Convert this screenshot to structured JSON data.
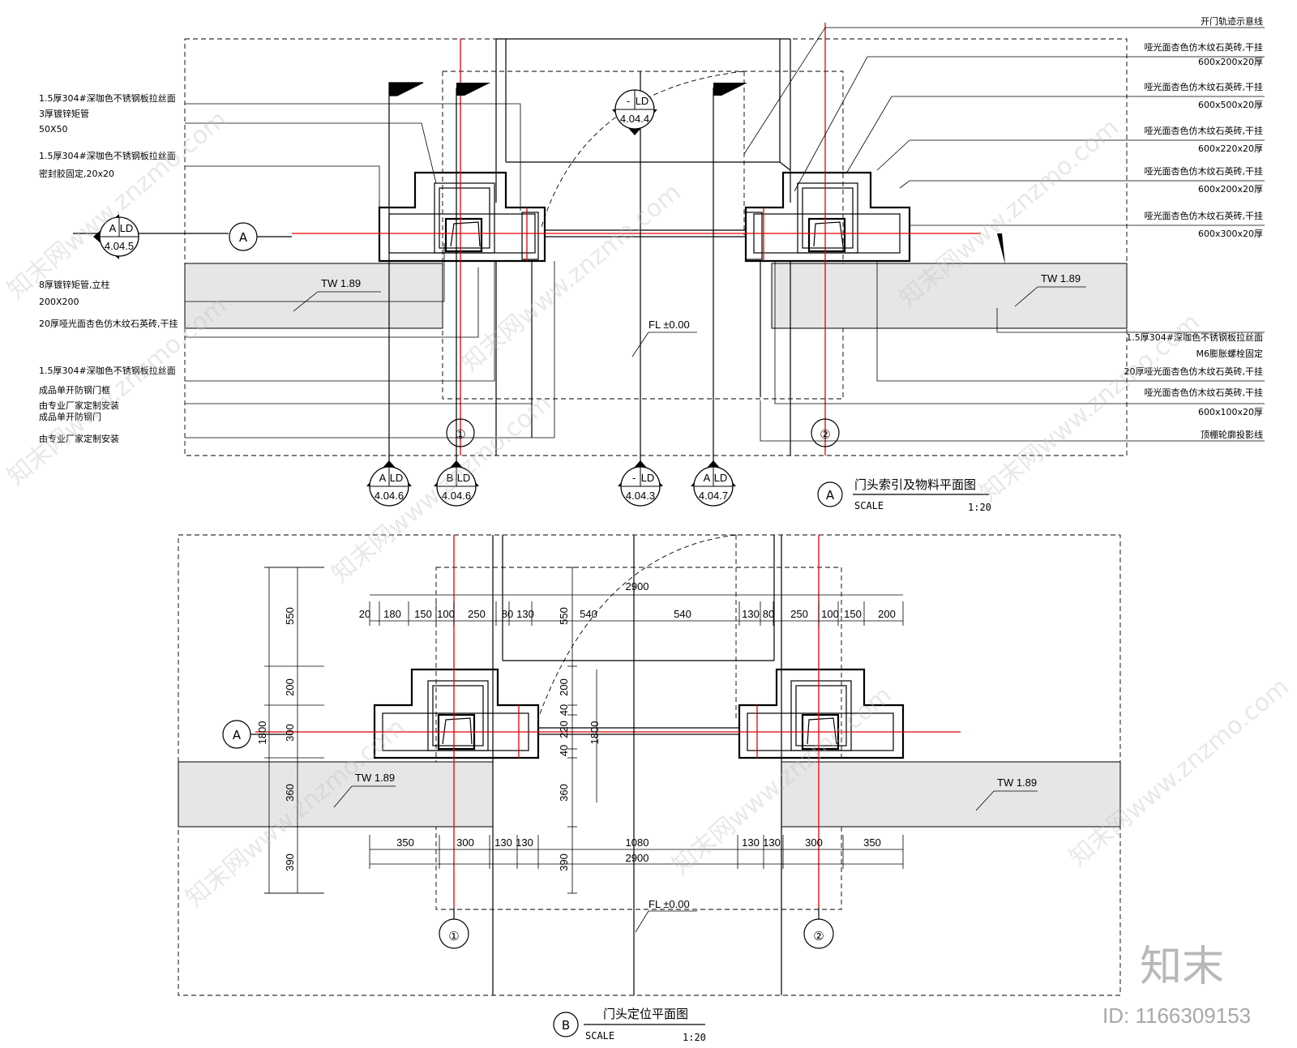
{
  "plan_a": {
    "title": "门头索引及物料平面图",
    "scale_label": "SCALE",
    "scale_value": "1:20",
    "tag": "A",
    "left_notes": [
      "1.5厚304#深咖色不锈钢板拉丝面",
      "3厚镀锌矩管",
      "50X50",
      "1.5厚304#深咖色不锈钢板拉丝面",
      "密封胶固定,20x20",
      "8厚镀锌矩管,立柱",
      "200X200",
      "20厚哑光面杏色仿木纹石英砖,干挂",
      "1.5厚304#深咖色不锈钢板拉丝面",
      "成品单开防钢门框",
      "由专业厂家定制安装",
      "成品单开防钢门",
      "由专业厂家定制安装"
    ],
    "right_notes": [
      "开门轨迹示意线",
      "哑光面杏色仿木纹石英砖,干挂",
      "600x200x20厚",
      "哑光面杏色仿木纹石英砖,干挂",
      "600x500x20厚",
      "哑光面杏色仿木纹石英砖,干挂",
      "600x220x20厚",
      "哑光面杏色仿木纹石英砖,干挂",
      "600x200x20厚",
      "哑光面杏色仿木纹石英砖,干挂",
      "600x300x20厚",
      "1.5厚304#深咖色不锈钢板拉丝面",
      "M6膨胀螺栓固定",
      "20厚哑光面杏色仿木纹石英砖,干挂",
      "哑光面杏色仿木纹石英砖,干挂",
      "600x100x20厚",
      "顶棚轮廓投影线"
    ],
    "tw_label": "TW 1.89",
    "fl_label": "FL ±0.00",
    "axis_1": "①",
    "axis_2": "②",
    "section_a": "A",
    "callouts": [
      {
        "top": "A",
        "ref": "LD",
        "num": "4.04.5"
      },
      {
        "top": "-",
        "ref": "LD",
        "num": "4.04.4"
      },
      {
        "top": "A",
        "ref": "LD",
        "num": "4.04.6"
      },
      {
        "top": "B",
        "ref": "LD",
        "num": "4.04.6"
      },
      {
        "top": "-",
        "ref": "LD",
        "num": "4.04.3"
      },
      {
        "top": "A",
        "ref": "LD",
        "num": "4.04.7"
      }
    ]
  },
  "plan_b": {
    "title": "门头定位平面图",
    "scale_label": "SCALE",
    "scale_value": "1:20",
    "tag": "B",
    "tw_label": "TW 1.89",
    "fl_label": "FL ±0.00",
    "axis_1": "①",
    "axis_2": "②",
    "section_a": "A",
    "top_total": "2900",
    "top_dims": [
      "20",
      "180",
      "150",
      "100",
      "250",
      "80",
      "130",
      "540",
      "540",
      "130",
      "80",
      "250",
      "100",
      "150",
      "200"
    ],
    "bottom_dims": [
      "350",
      "300",
      "130",
      "130",
      "1080",
      "130",
      "130",
      "300",
      "350"
    ],
    "bottom_total": "2900",
    "left_dims": [
      "550",
      "200",
      "300",
      "360",
      "390"
    ],
    "left_total": "1800",
    "inner_dims": [
      "550",
      "200",
      "40",
      "220",
      "40",
      "360",
      "390"
    ],
    "inner_total": "1800"
  },
  "watermark": {
    "text": "知末网www.znzmo.com",
    "logo": "知末",
    "id": "ID: 1166309153"
  }
}
